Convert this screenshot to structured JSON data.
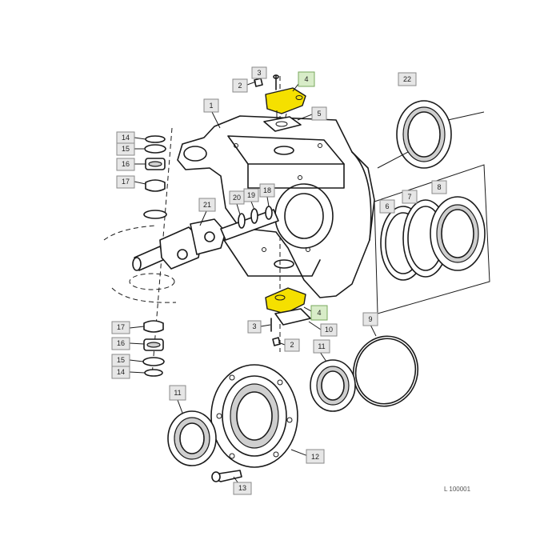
{
  "diagram": {
    "ref_code": "L 100001",
    "colors": {
      "highlight": "#f5e000",
      "callout_box": "#e6e6e6",
      "callout_highlight": "#d8ecc8",
      "line": "#1a1a1a"
    },
    "callouts": {
      "c1": "1",
      "c2_top": "2",
      "c3_top": "3",
      "c4_top": "4",
      "c5": "5",
      "c22": "22",
      "c6": "6",
      "c7": "7",
      "c8": "8",
      "c14_top": "14",
      "c15_top": "15",
      "c16_top": "16",
      "c17_top": "17",
      "c20": "20",
      "c19": "19",
      "c18": "18",
      "c21": "21",
      "c17_bot": "17",
      "c16_bot": "16",
      "c15_bot": "15",
      "c14_bot": "14",
      "c4_bot": "4",
      "c3_bot": "3",
      "c10": "10",
      "c2_bot": "2",
      "c9": "9",
      "c11_left": "11",
      "c11_right": "11",
      "c12": "12",
      "c13": "13"
    }
  }
}
